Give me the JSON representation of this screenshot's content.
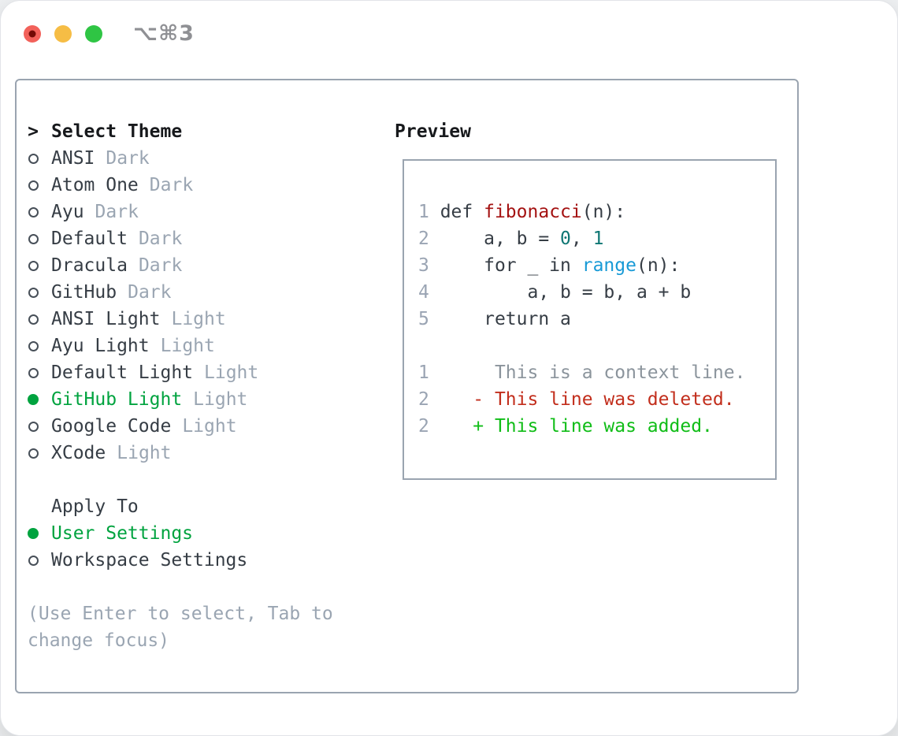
{
  "titlebar": {
    "title": "⌥⌘3"
  },
  "theme_list": {
    "header_marker": ">",
    "header": "Select Theme",
    "items": [
      {
        "name": "ANSI",
        "tag": "Dark",
        "selected": false
      },
      {
        "name": "Atom One",
        "tag": "Dark",
        "selected": false
      },
      {
        "name": "Ayu",
        "tag": "Dark",
        "selected": false
      },
      {
        "name": "Default",
        "tag": "Dark",
        "selected": false
      },
      {
        "name": "Dracula",
        "tag": "Dark",
        "selected": false
      },
      {
        "name": "GitHub",
        "tag": "Dark",
        "selected": false
      },
      {
        "name": "ANSI Light",
        "tag": "Light",
        "selected": false
      },
      {
        "name": "Ayu Light",
        "tag": "Light",
        "selected": false
      },
      {
        "name": "Default Light",
        "tag": "Light",
        "selected": false
      },
      {
        "name": "GitHub Light",
        "tag": "Light",
        "selected": true
      },
      {
        "name": "Google Code",
        "tag": "Light",
        "selected": false
      },
      {
        "name": "XCode",
        "tag": "Light",
        "selected": false
      }
    ]
  },
  "apply_to": {
    "header": "Apply To",
    "options": [
      {
        "name": "User Settings",
        "selected": true
      },
      {
        "name": "Workspace Settings",
        "selected": false
      }
    ]
  },
  "hint": "(Use Enter to select, Tab to change focus)",
  "preview": {
    "header": "Preview",
    "rows": [
      [
        {
          "t": "1",
          "c": "ln"
        },
        {
          "t": " def ",
          "c": "code"
        },
        {
          "t": "fibonacci",
          "c": "func"
        },
        {
          "t": "(n):",
          "c": "code"
        }
      ],
      [
        {
          "t": "2",
          "c": "ln"
        },
        {
          "t": "     a, b = ",
          "c": "code"
        },
        {
          "t": "0",
          "c": "num"
        },
        {
          "t": ", ",
          "c": "code"
        },
        {
          "t": "1",
          "c": "num"
        }
      ],
      [
        {
          "t": "3",
          "c": "ln"
        },
        {
          "t": "     for _ in ",
          "c": "code"
        },
        {
          "t": "range",
          "c": "builtin"
        },
        {
          "t": "(n):",
          "c": "code"
        }
      ],
      [
        {
          "t": "4",
          "c": "ln"
        },
        {
          "t": "         a, b = b, a + b",
          "c": "code"
        }
      ],
      [
        {
          "t": "5",
          "c": "ln"
        },
        {
          "t": "     return a",
          "c": "code"
        }
      ],
      [],
      [
        {
          "t": "1",
          "c": "ln"
        },
        {
          "t": "      This is a context line.",
          "c": "ctx"
        }
      ],
      [
        {
          "t": "2",
          "c": "ln"
        },
        {
          "t": "    - This line was deleted.",
          "c": "del"
        }
      ],
      [
        {
          "t": "2",
          "c": "ln"
        },
        {
          "t": "    + This line was added.",
          "c": "add"
        }
      ]
    ]
  },
  "colors": {
    "accent_green": "#00a33f",
    "diff_added_green": "#10bd17",
    "diff_deleted_red": "#c22e1c",
    "function_red": "#a41212",
    "number_teal": "#0e7673",
    "builtin_blue": "#189ad6",
    "text_dark": "#363d45",
    "header_black": "#17191c",
    "muted_gray": "#9aa5b2",
    "panel_border": "#9aa4b0",
    "traffic_red": "#f2615a",
    "traffic_yellow": "#f6bd45",
    "traffic_green": "#2fc544"
  }
}
